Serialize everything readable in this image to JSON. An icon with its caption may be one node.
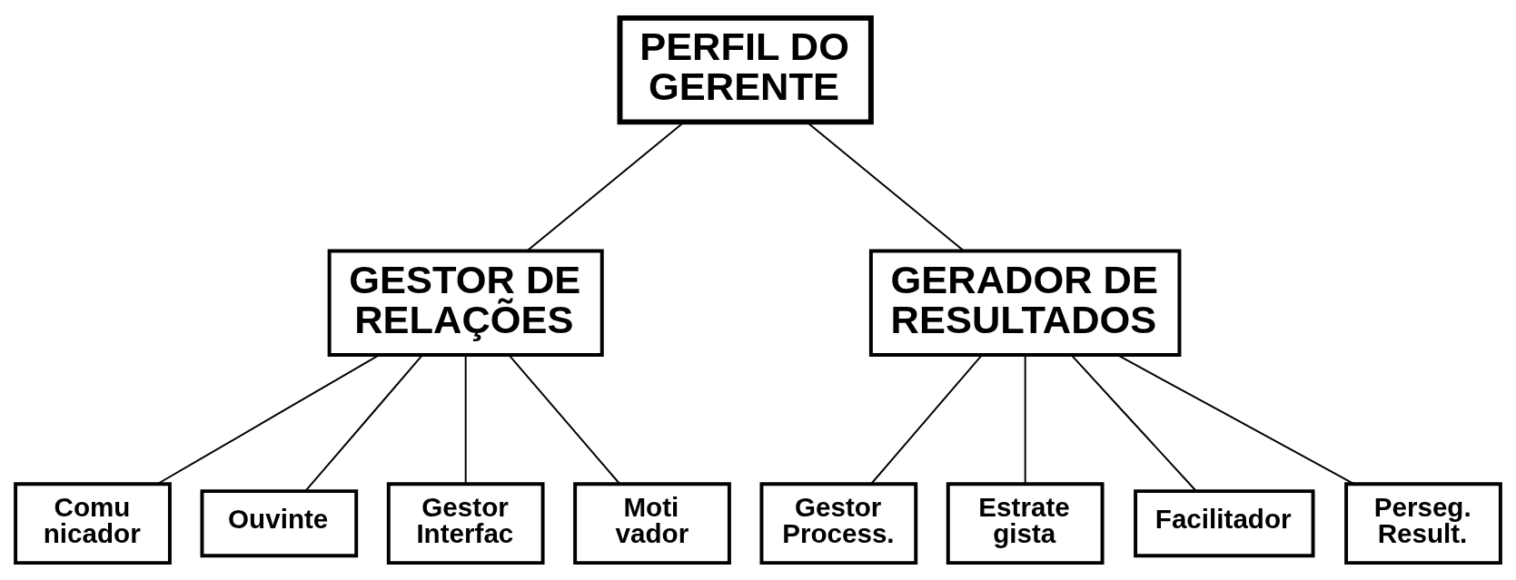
{
  "diagram": {
    "nodes": [
      {
        "text": [
          "PERFIL DO GERENTE"
        ]
      },
      {
        "text": [
          "GESTOR DE RELAÇÕES"
        ]
      },
      {
        "text": [
          "GERADOR DE RESULTADOS"
        ]
      },
      {
        "text": [
          "Comu nicador"
        ]
      },
      {
        "text": [
          "Ouvinte"
        ]
      },
      {
        "text": [
          "Gestor Interfac"
        ]
      },
      {
        "text": [
          "Moti vador"
        ]
      },
      {
        "text": [
          "Gestor Process."
        ]
      },
      {
        "text": [
          "Estrate gista"
        ]
      },
      {
        "text": [
          "Facilitador"
        ]
      },
      {
        "text": [
          "Perseg. Result."
        ]
      }
    ],
    "edges": [
      {
        "from": 0,
        "to": 1,
        "arrow": "none"
      },
      {
        "from": 0,
        "to": 2,
        "arrow": "none"
      },
      {
        "from": 1,
        "to": 3,
        "arrow": "none"
      },
      {
        "from": 1,
        "to": 4,
        "arrow": "none"
      },
      {
        "from": 1,
        "to": 5,
        "arrow": "none"
      },
      {
        "from": 1,
        "to": 6,
        "arrow": "none"
      },
      {
        "from": 2,
        "to": 7,
        "arrow": "none"
      },
      {
        "from": 2,
        "to": 8,
        "arrow": "none"
      },
      {
        "from": 2,
        "to": 9,
        "arrow": "none"
      },
      {
        "from": 2,
        "to": 10,
        "arrow": "none"
      }
    ]
  }
}
